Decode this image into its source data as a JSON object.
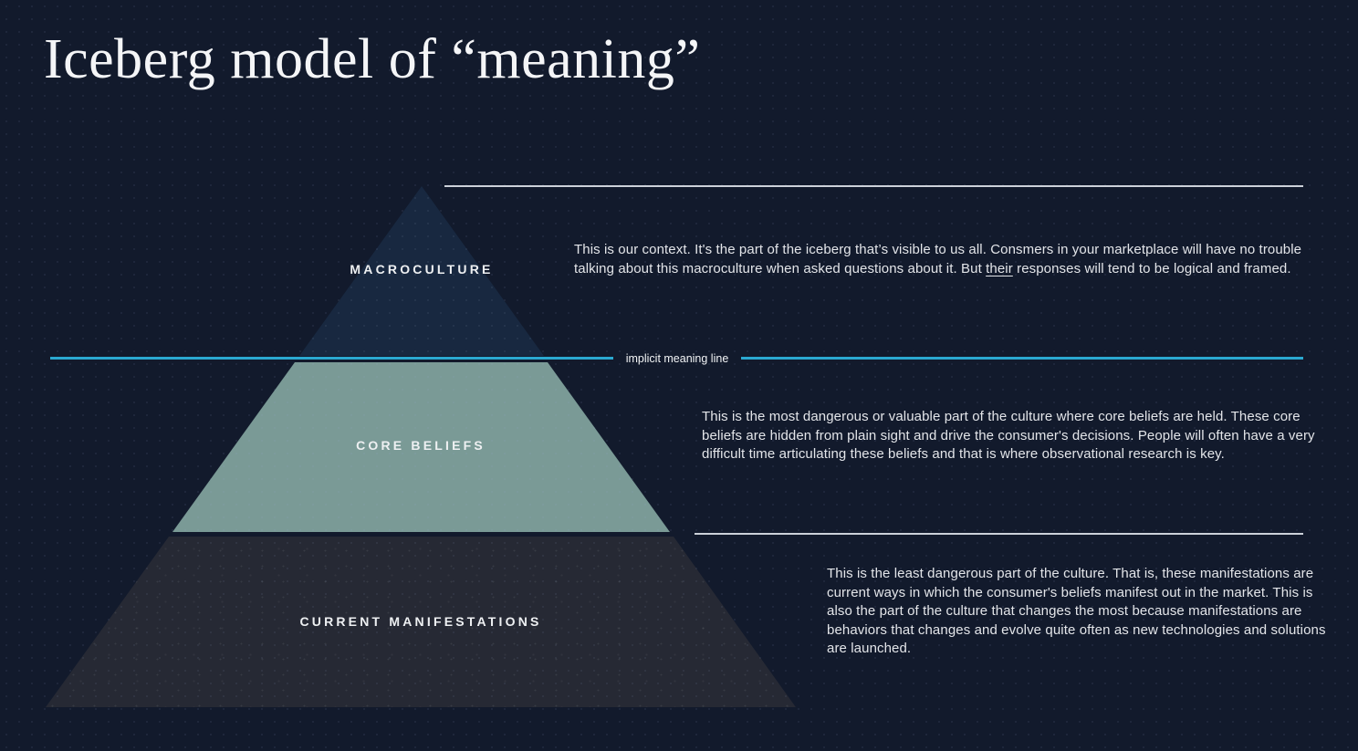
{
  "slide": {
    "title": "Iceberg model of “meaning”",
    "background_color": "#121a2c"
  },
  "pyramid": {
    "sections": [
      {
        "label": "MACROCULTURE",
        "color": "#182840"
      },
      {
        "label": "CORE BELIEFS",
        "color": "#7a9a96"
      },
      {
        "label": "CURRENT MANIFESTATIONS",
        "color": "#262934"
      }
    ],
    "implicit_meaning_line": {
      "label": "implicit meaning line",
      "color": "#2ba9d1"
    }
  },
  "annotations": {
    "macroculture": {
      "text_before": "This is our context. It's the part of the iceberg that’s visible to us all. Consmers in your marketplace will have no trouble talking about this macroculture when asked questions about it.  But ",
      "underlined": "their",
      "text_after": " responses will tend to be logical and framed."
    },
    "core_beliefs": {
      "text": "This is the most dangerous or valuable part of the culture where core beliefs are held. These core beliefs are hidden from plain sight and drive the consumer's decisions. People will often have a very difficult time articulating these beliefs and that is where observational research is key."
    },
    "current_manifestations": {
      "text": "This is the least dangerous part of the culture. That is, these manifestations are current ways in which the consumer's beliefs manifest out in the market. This is also the part of the culture that changes the most because manifestations are behaviors that changes and evolve quite often as new technologies and solutions are launched."
    }
  },
  "divider_lines": {
    "color": "#ccd1d9"
  }
}
